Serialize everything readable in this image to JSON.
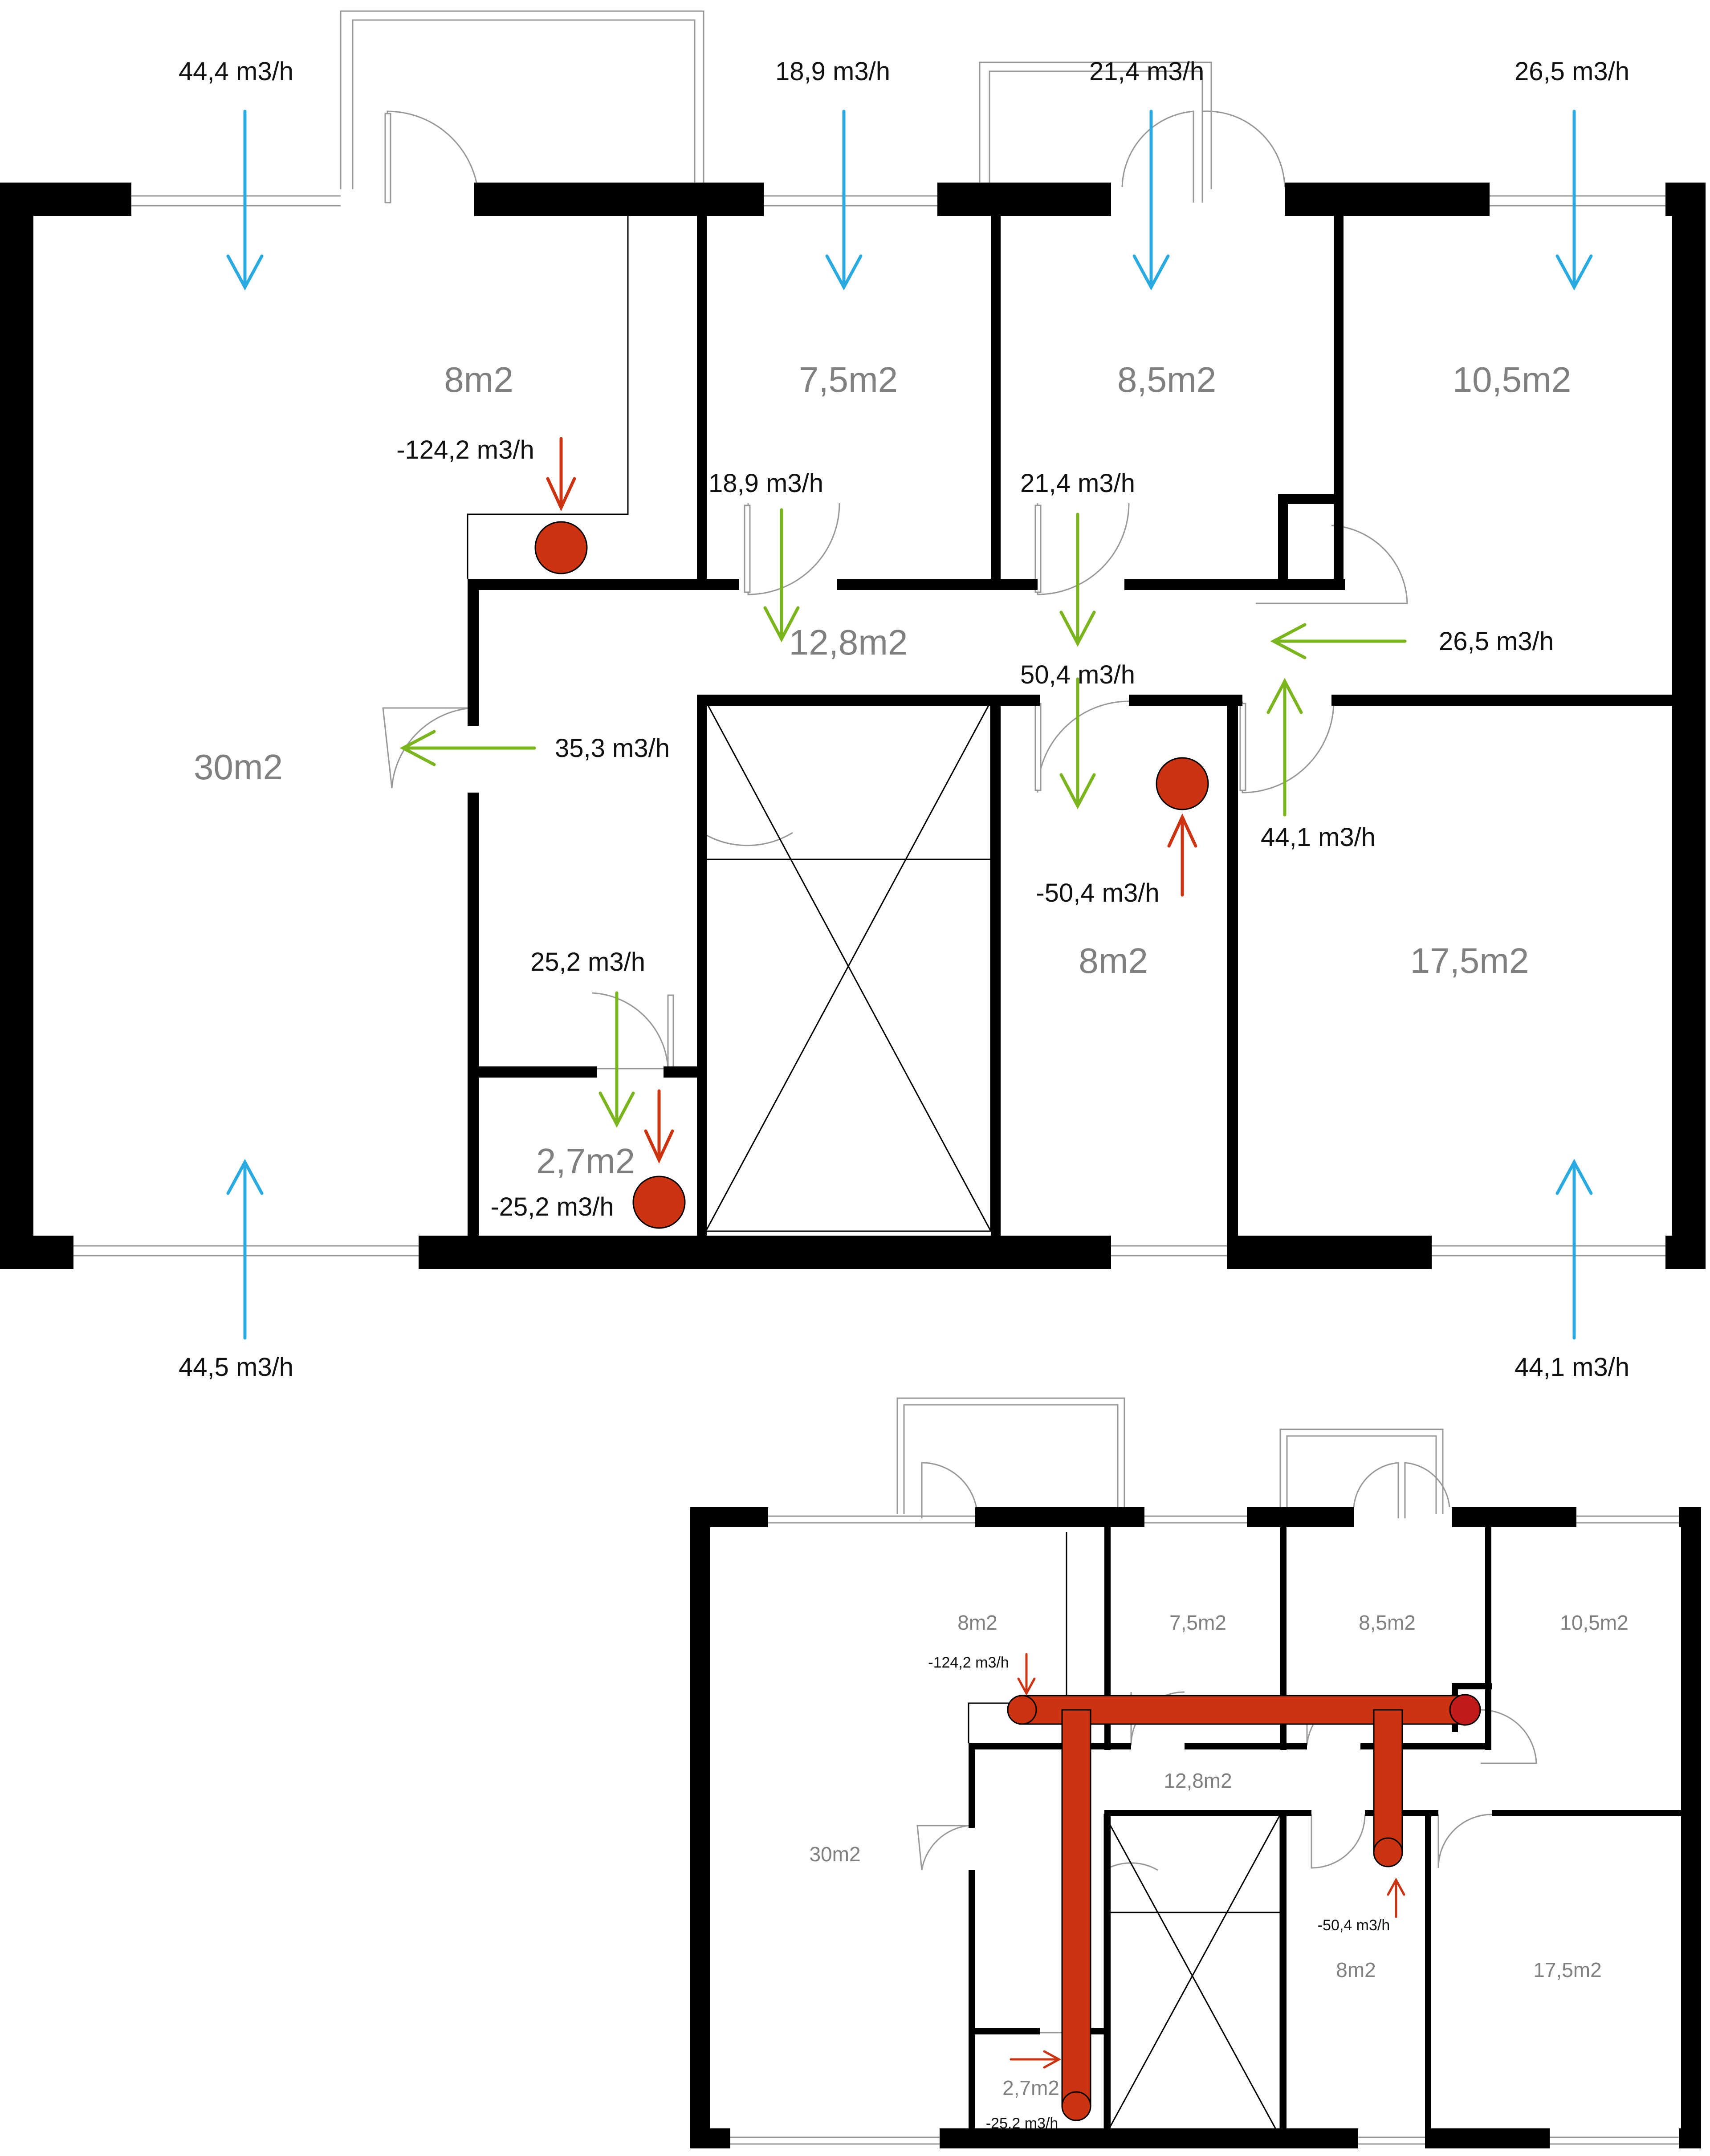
{
  "colors": {
    "wall": "#000000",
    "supply_outdoor": "#29abe2",
    "transfer": "#7ab51d",
    "extract": "#cc3311",
    "area_text": "#808080",
    "flow_text": "#111111"
  },
  "plan_top": {
    "areas": {
      "room_30": "30m2",
      "room_8_top": "8m2",
      "room_7_5": "7,5m2",
      "room_8_5": "8,5m2",
      "room_10_5": "10,5m2",
      "hall": "12,8m2",
      "room_8_bottom": "8m2",
      "room_17_5": "17,5m2",
      "wc": "2,7m2"
    },
    "outdoor_flows": {
      "top_left": "44,4 m3/h",
      "top_mid": "18,9 m3/h",
      "top_right_mid": "21,4 m3/h",
      "top_right": "26,5 m3/h",
      "bottom_left": "44,5 m3/h",
      "bottom_right": "44,1 m3/h"
    },
    "transfer_flows": {
      "door_7_5": "18,9  m3/h",
      "door_8_5": "21,4 m3/h",
      "door_hall_8": "50,4 m3/h",
      "door_10_5": "26,5 m3/h",
      "door_30": "35,3 m3/h",
      "door_17_5": "44,1 m3/h",
      "door_wc": "25,2  m3/h"
    },
    "extract_flows": {
      "kitchen": "-124,2 m3/h",
      "bath": "-50,4  m3/h",
      "wc": "-25,2 m3/h"
    }
  },
  "plan_bottom": {
    "areas": {
      "room_30": "30m2",
      "room_8_top": "8m2",
      "room_7_5": "7,5m2",
      "room_8_5": "8,5m2",
      "room_10_5": "10,5m2",
      "hall": "12,8m2",
      "room_8_bottom": "8m2",
      "room_17_5": "17,5m2",
      "wc": "2,7m2"
    },
    "extract_flows": {
      "kitchen": "-124,2 m3/h",
      "bath": "-50,4  m3/h",
      "wc": "-25,2 m3/h"
    }
  }
}
